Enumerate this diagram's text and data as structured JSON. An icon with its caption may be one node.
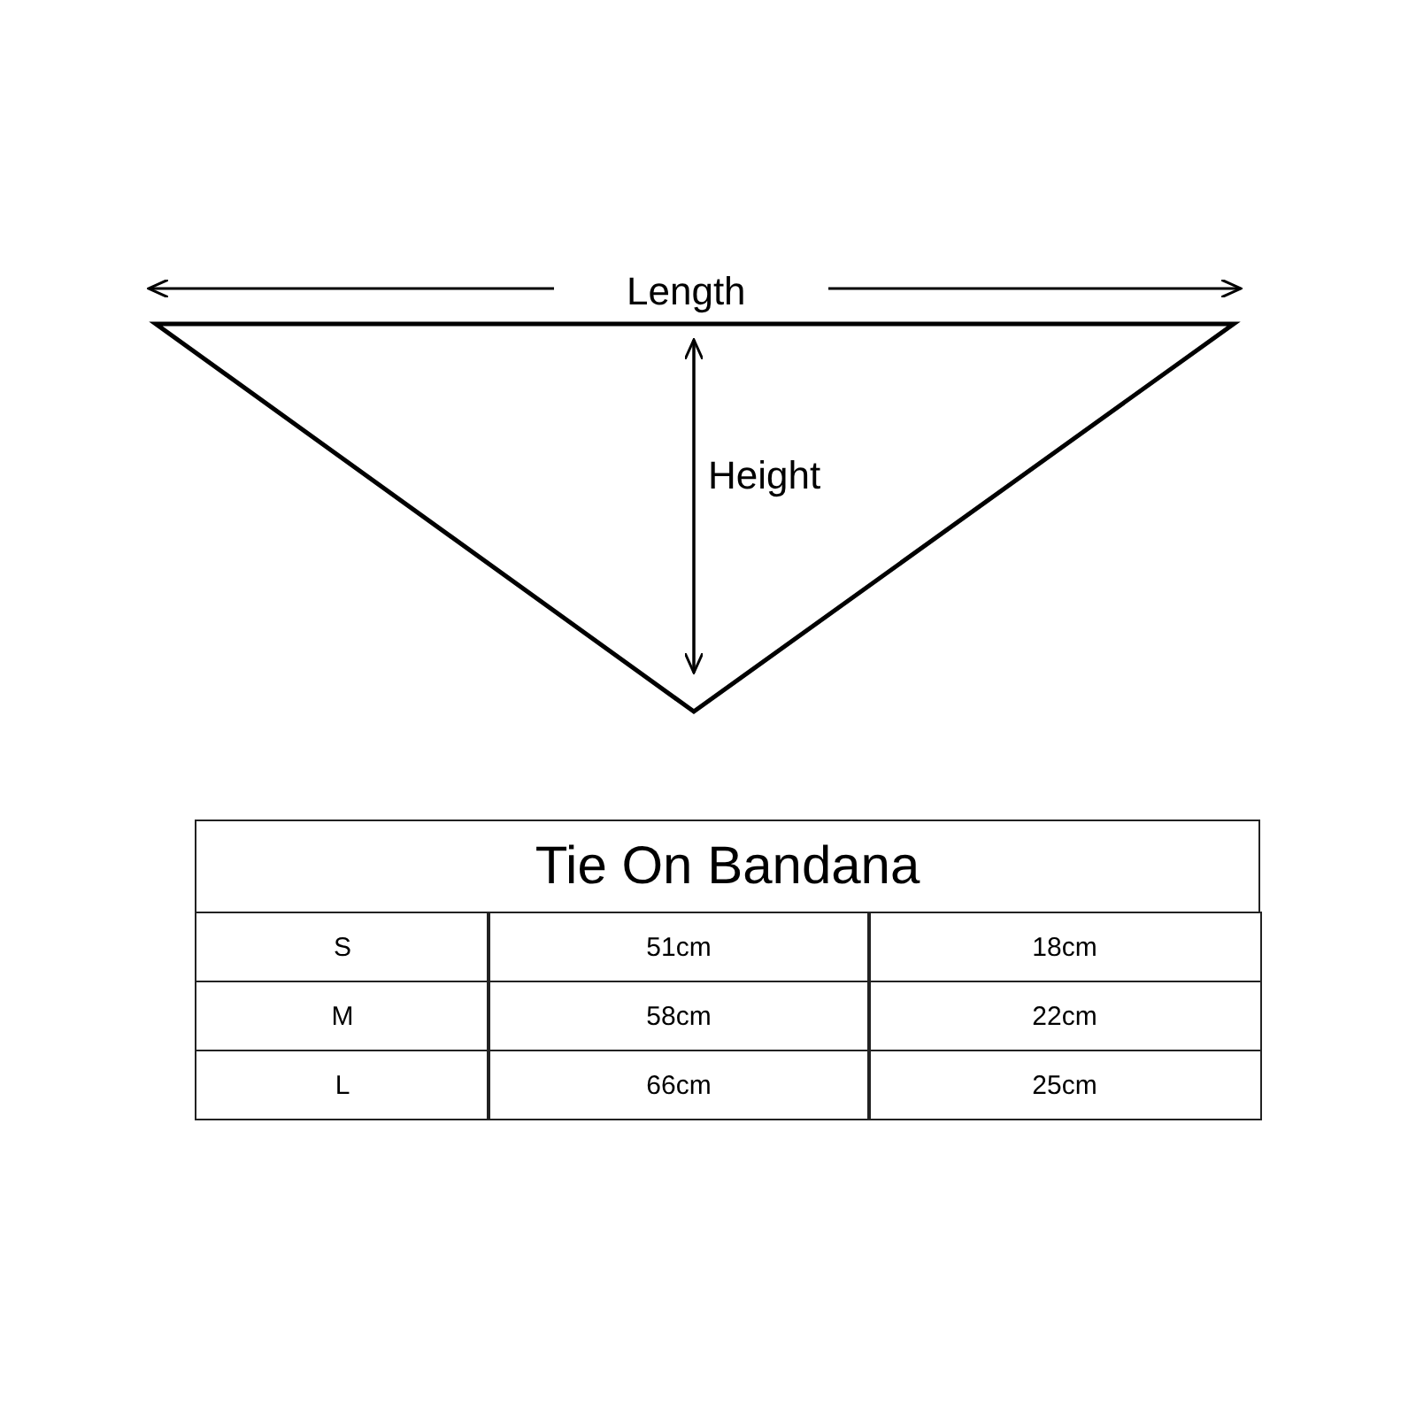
{
  "diagram": {
    "labels": [
      "Length",
      "Height",
      "Tie On Bandana",
      "S",
      "51cm",
      "18cm",
      "M",
      "58cm",
      "22cm",
      "L",
      "66cm",
      "25cm"
    ]
  }
}
